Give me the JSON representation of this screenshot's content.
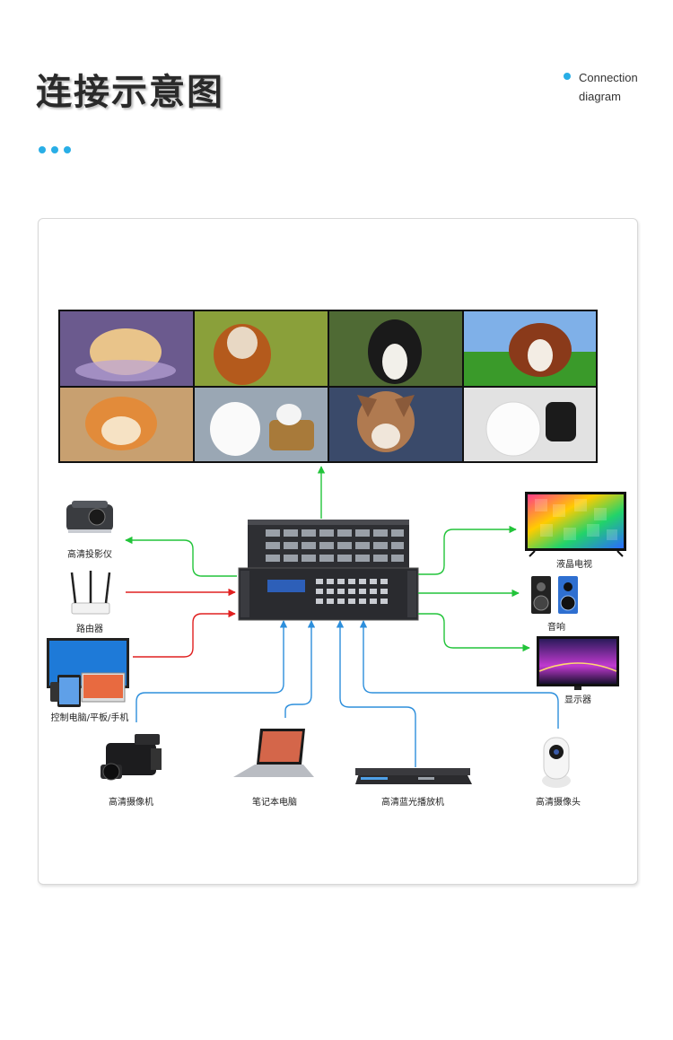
{
  "header": {
    "title": "连接示意图",
    "subtitle_line1": "Connection",
    "subtitle_line2": "diagram"
  },
  "video_wall": {
    "cells": [
      "dog-photo-1",
      "dog-photo-2",
      "dog-photo-3",
      "dog-photo-4",
      "dog-photo-5",
      "dog-photo-6",
      "dog-photo-7",
      "dog-photo-8"
    ]
  },
  "matrix": {
    "top_unit_label": "",
    "front_label": "",
    "front_sub_label": ""
  },
  "devices": {
    "projector": "高清投影仪",
    "router": "路由器",
    "control_pc": "控制电脑/平板/手机",
    "camcorder": "高清摄像机",
    "laptop": "笔记本电脑",
    "bluray": "高清蓝光播放机",
    "ip_camera": "高清摄像头",
    "lcd_tv": "液晶电视",
    "speaker": "音响",
    "monitor": "显示器"
  },
  "colors": {
    "accent": "#29aee6",
    "green": "#22c43a",
    "red": "#e02020",
    "blue": "#2d8fdc"
  }
}
